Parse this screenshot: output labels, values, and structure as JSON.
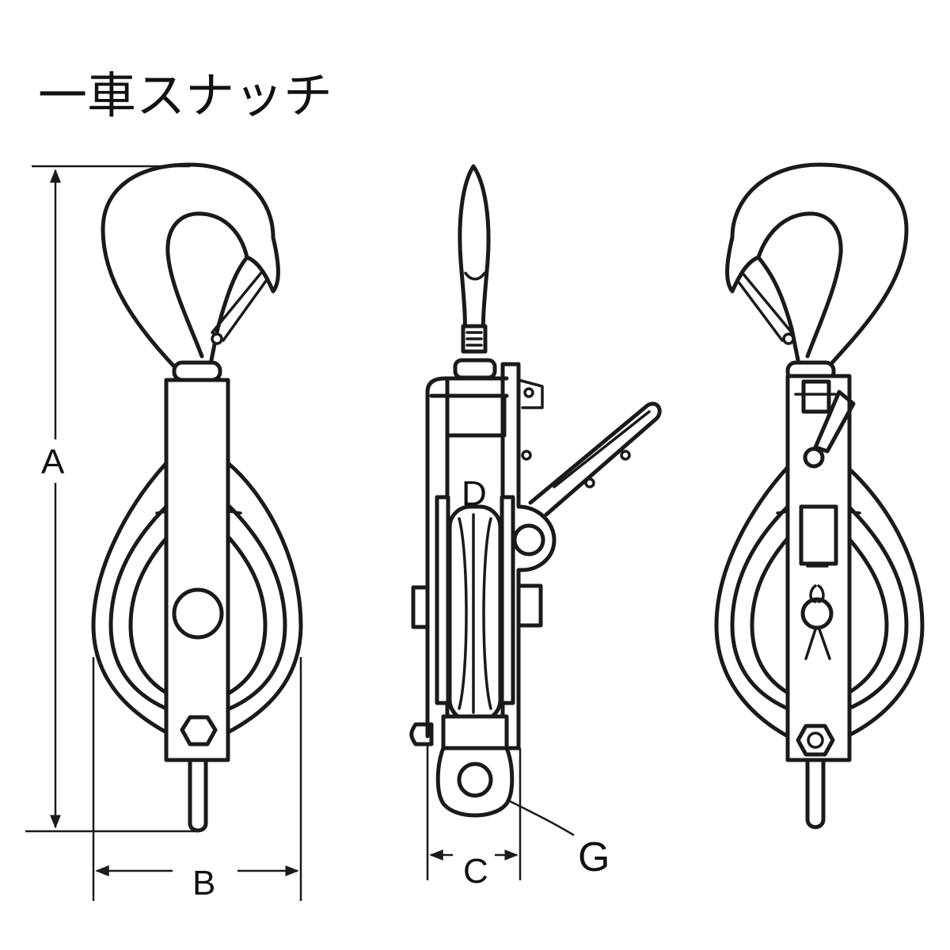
{
  "title": "一車スナッチ",
  "labels": {
    "a": "A",
    "b": "B",
    "c": "C",
    "d": "D",
    "g": "G"
  }
}
